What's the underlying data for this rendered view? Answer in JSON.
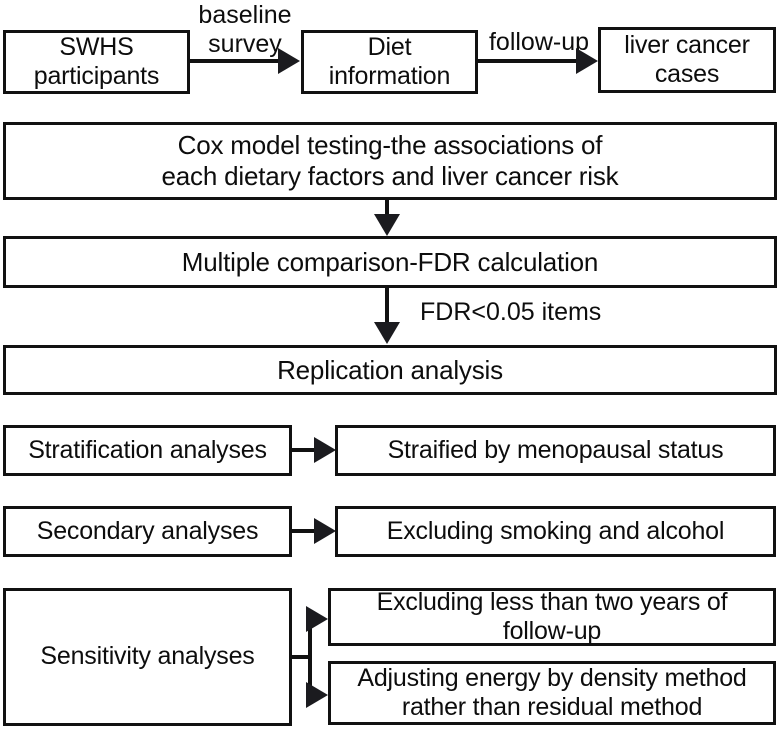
{
  "diagram": {
    "title": "Study design flowchart for dietary factors and liver cancer risk",
    "colors": {
      "box_border": "#111111",
      "box_fill": "#ffffff",
      "text": "#0d0d0d",
      "arrow": "#1b1b1f"
    },
    "nodes": {
      "swhs_participants": "SWHS\nparticipants",
      "diet_information": "Diet\ninformation",
      "liver_cancer_cases": "liver cancer\ncases",
      "cox_model": "Cox model testing-the associations of\neach dietary factors and liver cancer risk",
      "multiple_comparison": "Multiple comparison-FDR calculation",
      "replication_analysis": "Replication analysis",
      "stratification_analyses": "Stratification analyses",
      "stratified_by_menopausal": "Straified by menopausal status",
      "secondary_analyses": "Secondary analyses",
      "excluding_smoking_alcohol": "Excluding smoking and alcohol",
      "sensitivity_analyses": "Sensitivity analyses",
      "excluding_two_years": "Excluding less than two years of\nfollow-up",
      "adjusting_energy": "Adjusting energy by density method\nrather than residual method"
    },
    "edge_labels": {
      "baseline_survey": "baseline\nsurvey",
      "follow_up": "follow-up",
      "fdr_items": "FDR<0.05 items"
    }
  }
}
